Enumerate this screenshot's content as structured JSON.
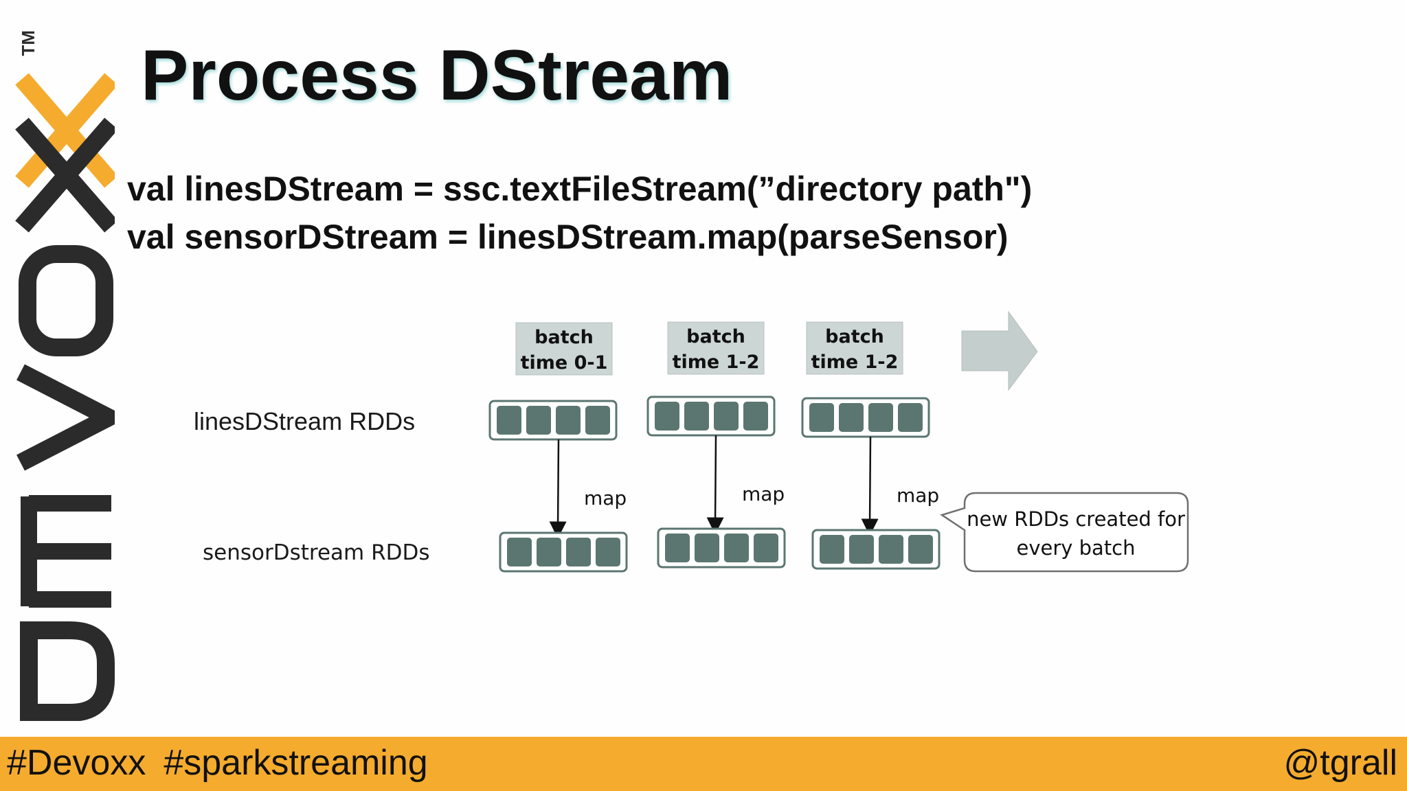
{
  "logo": {
    "text": "DEVOXX",
    "trademark": "TM",
    "colors": {
      "dark": "#2b2b2b",
      "accent": "#f5ab2e"
    }
  },
  "title": "Process DStream",
  "code": [
    "val linesDStream = ssc.textFileStream(”directory path\")",
    "val sensorDStream = linesDStream.map(parseSensor)"
  ],
  "diagram": {
    "row_labels": {
      "lines": "linesDStream RDDs",
      "sensor": "sensorDstream RDDs"
    },
    "batches": [
      {
        "label_line1": "batch",
        "label_line2": "time 0-1",
        "op": "map"
      },
      {
        "label_line1": "batch",
        "label_line2": "time 1-2",
        "op": "map"
      },
      {
        "label_line1": "batch",
        "label_line2": "time 1-2",
        "op": "map"
      }
    ],
    "callout": {
      "line1": "new RDDs created for",
      "line2": "every batch"
    },
    "partitions_per_rdd": 4,
    "colors": {
      "batch_box": "#ccd6d4",
      "partition": "#5b7671",
      "rdd_border": "#5b7671",
      "arrow": "#c4cfcd"
    }
  },
  "footer": {
    "hashtags": [
      "#Devoxx",
      "#sparkstreaming"
    ],
    "handle": "@tgrall",
    "color": "#f5ab2e"
  }
}
